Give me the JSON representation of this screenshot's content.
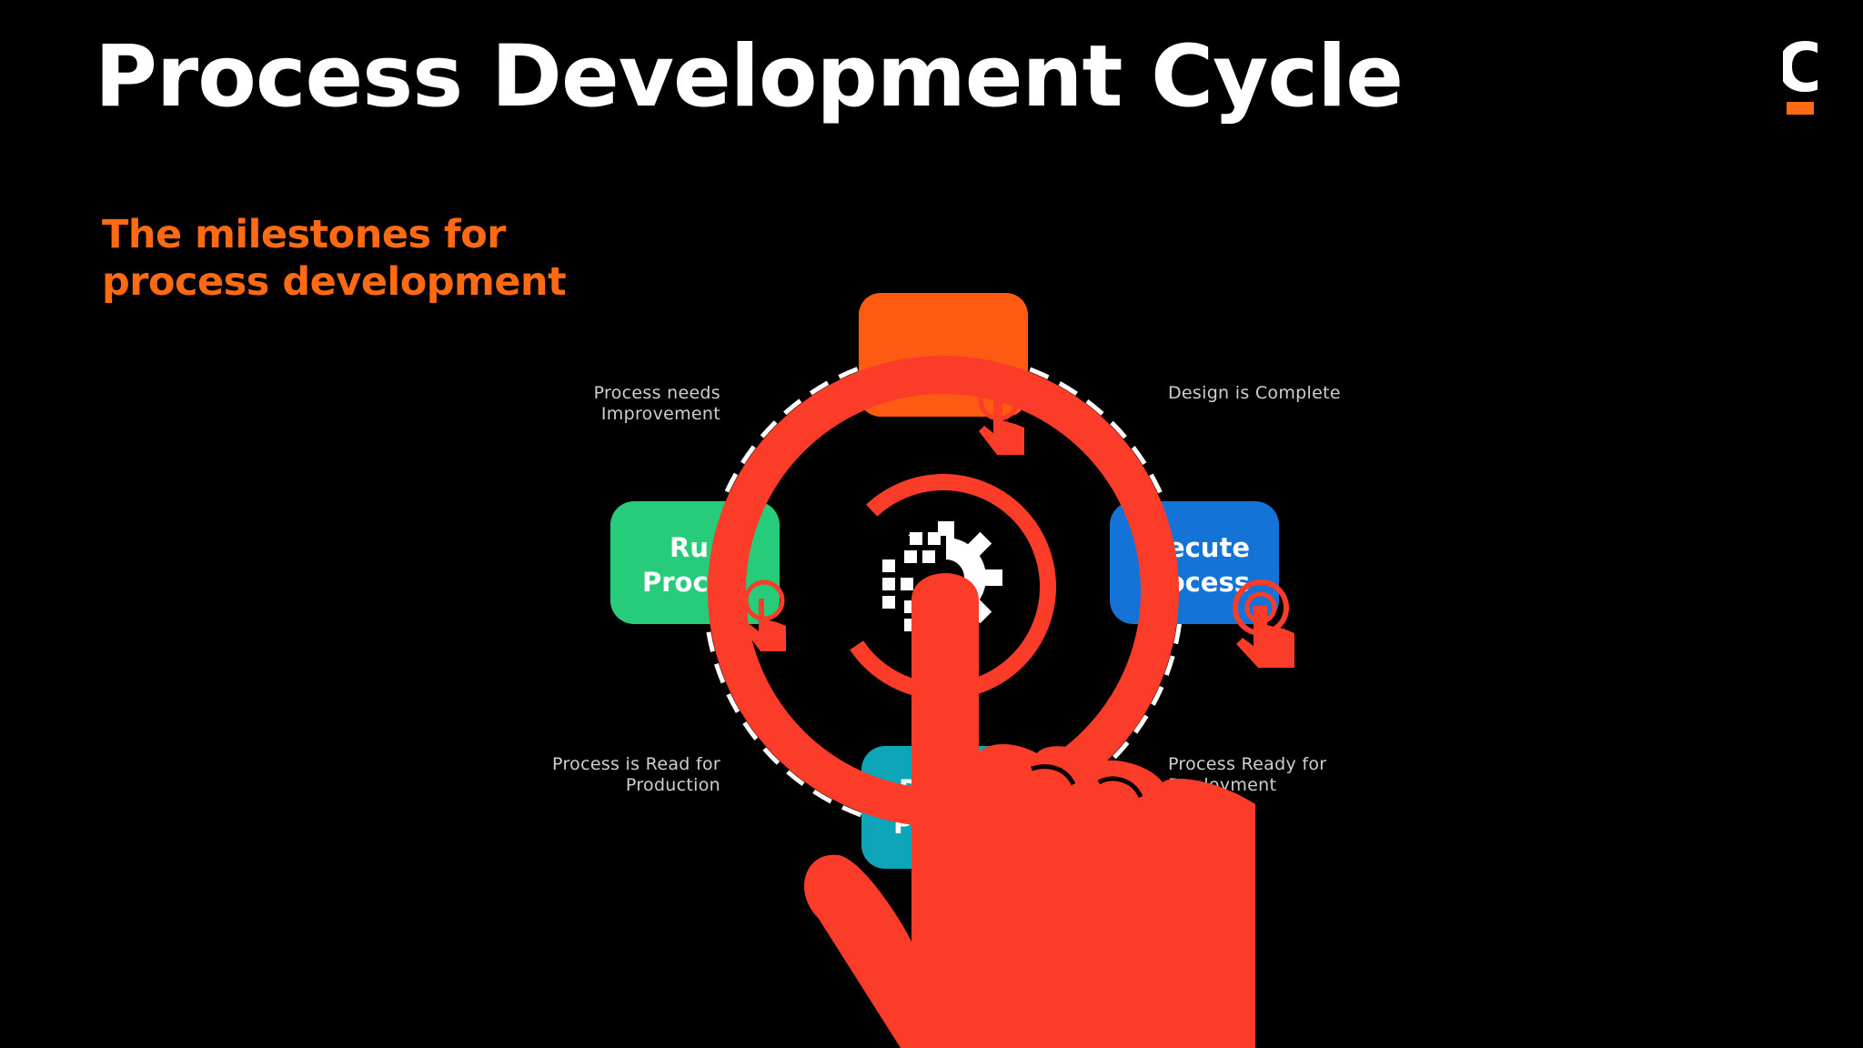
{
  "slide": {
    "title": "Process Development Cycle",
    "subtitle_line1": "The milestones for",
    "subtitle_line2": "process development",
    "logo_letter": "C"
  },
  "cycle": {
    "nodes": [
      {
        "id": "design",
        "line1": "",
        "line2": "",
        "color": "#ff5a12"
      },
      {
        "id": "execute",
        "line1": "ecute",
        "line2": "ocess",
        "color": "#1373d6"
      },
      {
        "id": "deploy",
        "line1": "D      y",
        "line2": "P",
        "color": "#0fa5b9"
      },
      {
        "id": "run",
        "line1": "Ru",
        "line2": "Proc",
        "color": "#27cc7a"
      }
    ],
    "milestones": [
      {
        "line1": "Process needs",
        "line2": "Improvement"
      },
      {
        "line1": "Design is Complete",
        "line2": ""
      },
      {
        "line1": "Process is Read for",
        "line2": "Production"
      },
      {
        "line1": "Process Ready for",
        "line2": "Deployment"
      }
    ],
    "center_icon": "gear-icon"
  },
  "overlay": {
    "color": "#fa3c28",
    "icon": "tap-hand-icon"
  },
  "colors": {
    "background": "#000000",
    "title": "#ffffff",
    "accent": "#ff6a13"
  }
}
